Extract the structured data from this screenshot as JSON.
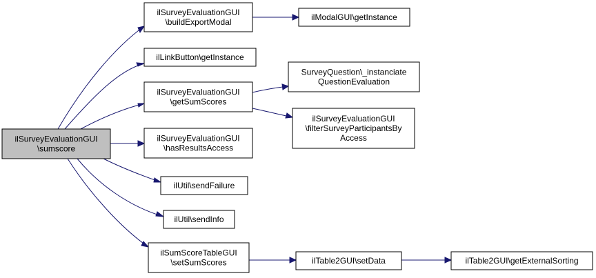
{
  "nodes": [
    {
      "id": "root",
      "lines": [
        "ilSurveyEvaluationGUI",
        "\\sumscore"
      ],
      "root": true
    },
    {
      "id": "buildExportModal",
      "lines": [
        "ilSurveyEvaluationGUI",
        "\\buildExportModal"
      ]
    },
    {
      "id": "modalGetInstance",
      "lines": [
        "ilModalGUI\\getInstance"
      ]
    },
    {
      "id": "linkGetInstance",
      "lines": [
        "ilLinkButton\\getInstance"
      ]
    },
    {
      "id": "getSumScores",
      "lines": [
        "ilSurveyEvaluationGUI",
        "\\getSumScores"
      ]
    },
    {
      "id": "instanciate",
      "lines": [
        "SurveyQuestion\\_instanciate",
        "QuestionEvaluation"
      ]
    },
    {
      "id": "filterParticipants",
      "lines": [
        "ilSurveyEvaluationGUI",
        "\\filterSurveyParticipantsBy",
        "Access"
      ]
    },
    {
      "id": "hasResultsAccess",
      "lines": [
        "ilSurveyEvaluationGUI",
        "\\hasResultsAccess"
      ]
    },
    {
      "id": "sendFailure",
      "lines": [
        "ilUtil\\sendFailure"
      ]
    },
    {
      "id": "sendInfo",
      "lines": [
        "ilUtil\\sendInfo"
      ]
    },
    {
      "id": "setSumScores",
      "lines": [
        "ilSumScoreTableGUI",
        "\\setSumScores"
      ]
    },
    {
      "id": "setData",
      "lines": [
        "ilTable2GUI\\setData"
      ]
    },
    {
      "id": "getExternalSorting",
      "lines": [
        "ilTable2GUI\\getExternalSorting"
      ]
    }
  ],
  "edges": [
    {
      "from": "root",
      "to": "buildExportModal"
    },
    {
      "from": "root",
      "to": "linkGetInstance"
    },
    {
      "from": "root",
      "to": "getSumScores"
    },
    {
      "from": "root",
      "to": "hasResultsAccess"
    },
    {
      "from": "root",
      "to": "sendFailure"
    },
    {
      "from": "root",
      "to": "sendInfo"
    },
    {
      "from": "root",
      "to": "setSumScores"
    },
    {
      "from": "buildExportModal",
      "to": "modalGetInstance"
    },
    {
      "from": "getSumScores",
      "to": "instanciate"
    },
    {
      "from": "getSumScores",
      "to": "filterParticipants"
    },
    {
      "from": "setSumScores",
      "to": "setData"
    },
    {
      "from": "setData",
      "to": "getExternalSorting"
    }
  ],
  "colors": {
    "edge": "#191970",
    "root_fill": "#bfbfbf",
    "node_fill": "#ffffff",
    "border": "#000000"
  }
}
